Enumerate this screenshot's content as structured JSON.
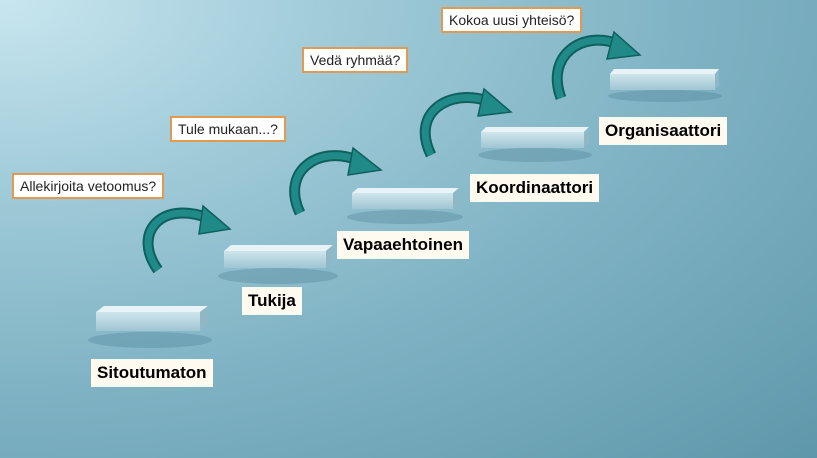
{
  "steps": [
    {
      "label": "Sitoutumaton"
    },
    {
      "label": "Tukija"
    },
    {
      "label": "Vapaaehtoinen"
    },
    {
      "label": "Koordinaattori"
    },
    {
      "label": "Organisaattori"
    }
  ],
  "questions": [
    {
      "text": "Allekirjoita vetoomus?"
    },
    {
      "text": "Tule mukaan...?"
    },
    {
      "text": "Vedä ryhmää?"
    },
    {
      "text": "Kokoa uusi yhteisö?"
    }
  ],
  "colors": {
    "arrow": "#177a7a",
    "question_border": "#e09a52",
    "label_bg": "#fffaef"
  }
}
